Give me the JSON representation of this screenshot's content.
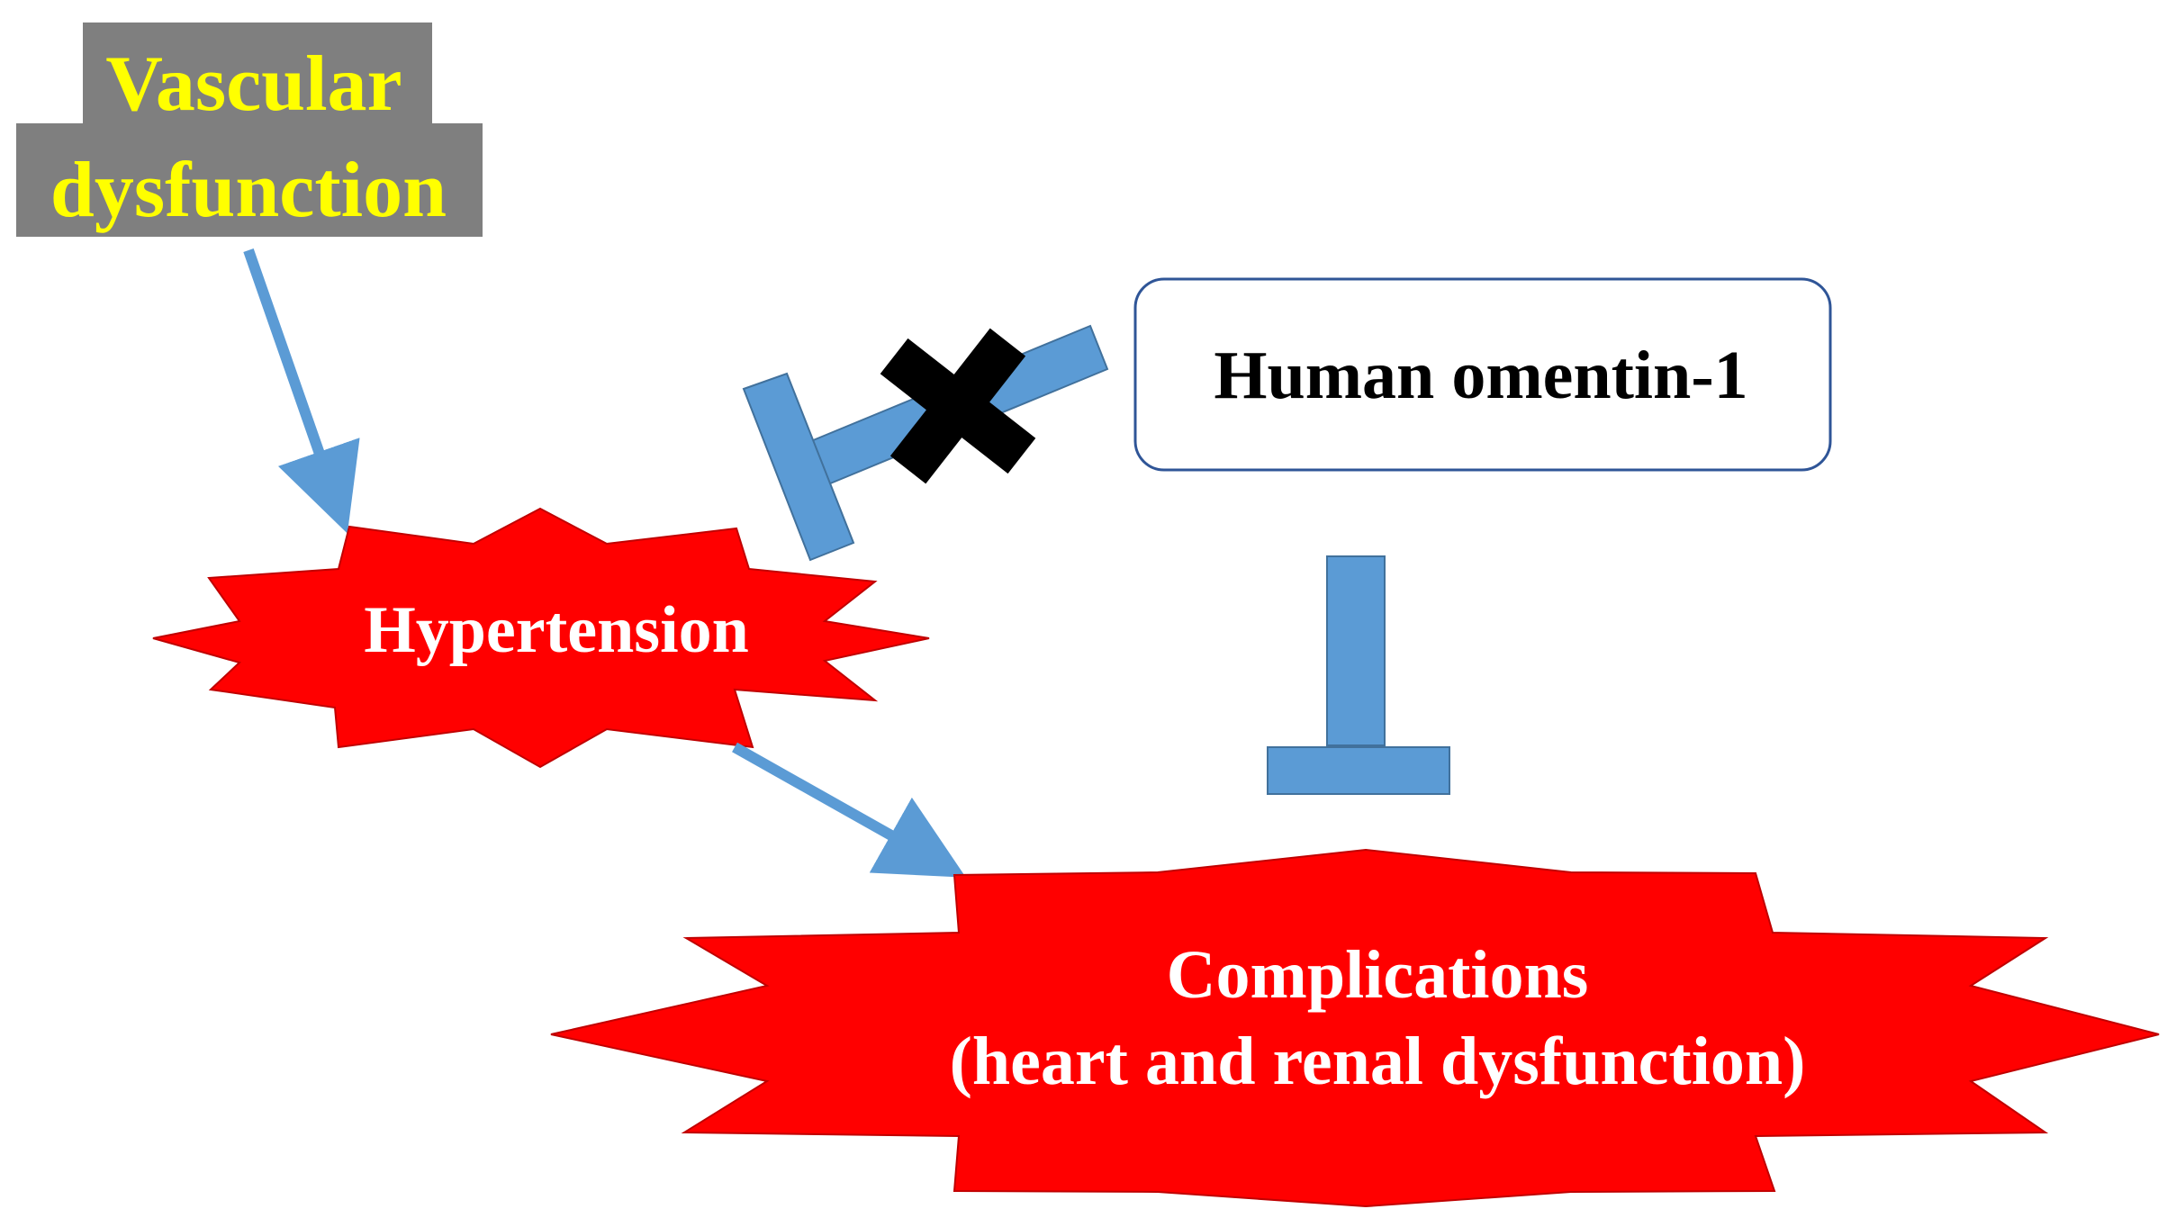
{
  "nodes": {
    "vascular": {
      "line1": "Vascular",
      "line2": "dysfunction",
      "bg_color": "#7f7f7f",
      "text_color": "#ffff00"
    },
    "hypertension": {
      "label": "Hypertension",
      "fill": "#ff0000",
      "text_color": "#ffffff"
    },
    "omentin": {
      "label": "Human omentin-1",
      "text_color": "#000000",
      "border_color": "#2f5597"
    },
    "complications": {
      "line1": "Complications",
      "line2": "(heart and renal dysfunction)",
      "fill": "#ff0000",
      "text_color": "#ffffff"
    }
  },
  "edges": [
    {
      "from": "Vascular dysfunction",
      "to": "Hypertension",
      "type": "activates"
    },
    {
      "from": "Human omentin-1",
      "to": "Hypertension",
      "type": "inhibits",
      "blocked": true
    },
    {
      "from": "Hypertension",
      "to": "Complications (heart and renal dysfunction)",
      "type": "activates"
    },
    {
      "from": "Human omentin-1",
      "to": "Complications (heart and renal dysfunction)",
      "type": "inhibits"
    }
  ],
  "colors": {
    "connector": "#5b9bd5",
    "connector_edge": "#41719c",
    "block_mark": "#000000"
  }
}
